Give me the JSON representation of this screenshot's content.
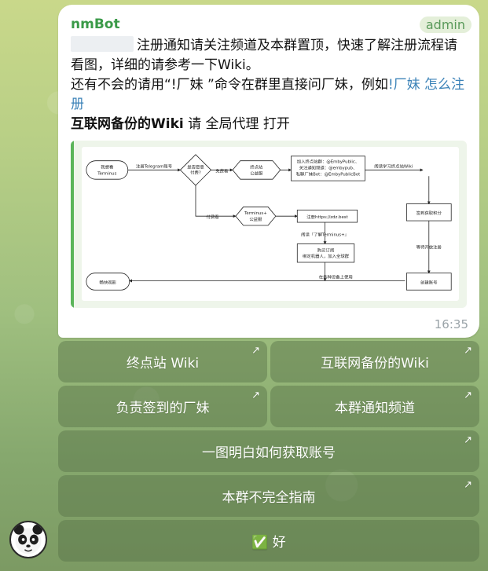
{
  "message": {
    "sender": "nmBot",
    "badge": "admin",
    "line1": "注册通知请关注频道及本群置顶，快速了解注册流程请看图，详细的请参考一下Wiki。",
    "line2_prefix": "还有不会的请用“!厂妹 ”命令在群里直接问厂妹，例如",
    "line2_cmd": "!厂妹 怎么注册",
    "line3_bold": "互联网备份的Wiki",
    "line3_rest": " 请 全局代理 打开",
    "time": "16:35"
  },
  "diagram": {
    "start": "我想看\nTerminus",
    "edge_register": "注册Telegram账号",
    "decision": "是否愿意\n付费?",
    "edge_free": "免费看",
    "free_group": "终点站\n公益服",
    "join_box": "加入终点站群：@EmbyPublic、\n关注通知频道：@embypub、\n私聊厂妹Bot：@EmbyPublicBot",
    "edge_read": "阅读学习终点站Wiki",
    "signin": "签到获取积分",
    "edge_wait": "等待开放注册",
    "create": "创建账号",
    "edge_paid": "付费看",
    "paid_group": "Terminus+\n公益服",
    "register_site": "注册https://zdz.best",
    "edge_learn": "阅读『了解Terminus+』",
    "buy_box": "购买订阅\n绑定机器人，加入全球群",
    "edge_use": "在各种设备上使用",
    "end": "畅快观影"
  },
  "buttons": [
    {
      "label": "终点站 Wiki",
      "arrow": "↗"
    },
    {
      "label": "互联网备份的Wiki",
      "arrow": "↗"
    },
    {
      "label": "负责签到的厂妹",
      "arrow": "↗"
    },
    {
      "label": "本群通知频道",
      "arrow": "↗"
    },
    {
      "label": "一图明白如何获取账号",
      "arrow": "↗"
    },
    {
      "label": "本群不完全指南",
      "arrow": "↗"
    },
    {
      "label": "✅ 好"
    }
  ],
  "colors": {
    "sender": "#3a9a48",
    "link": "#3c83b8",
    "accent_bar": "#5bb55a",
    "button_bg": "rgba(86,112,70,0.45)"
  }
}
